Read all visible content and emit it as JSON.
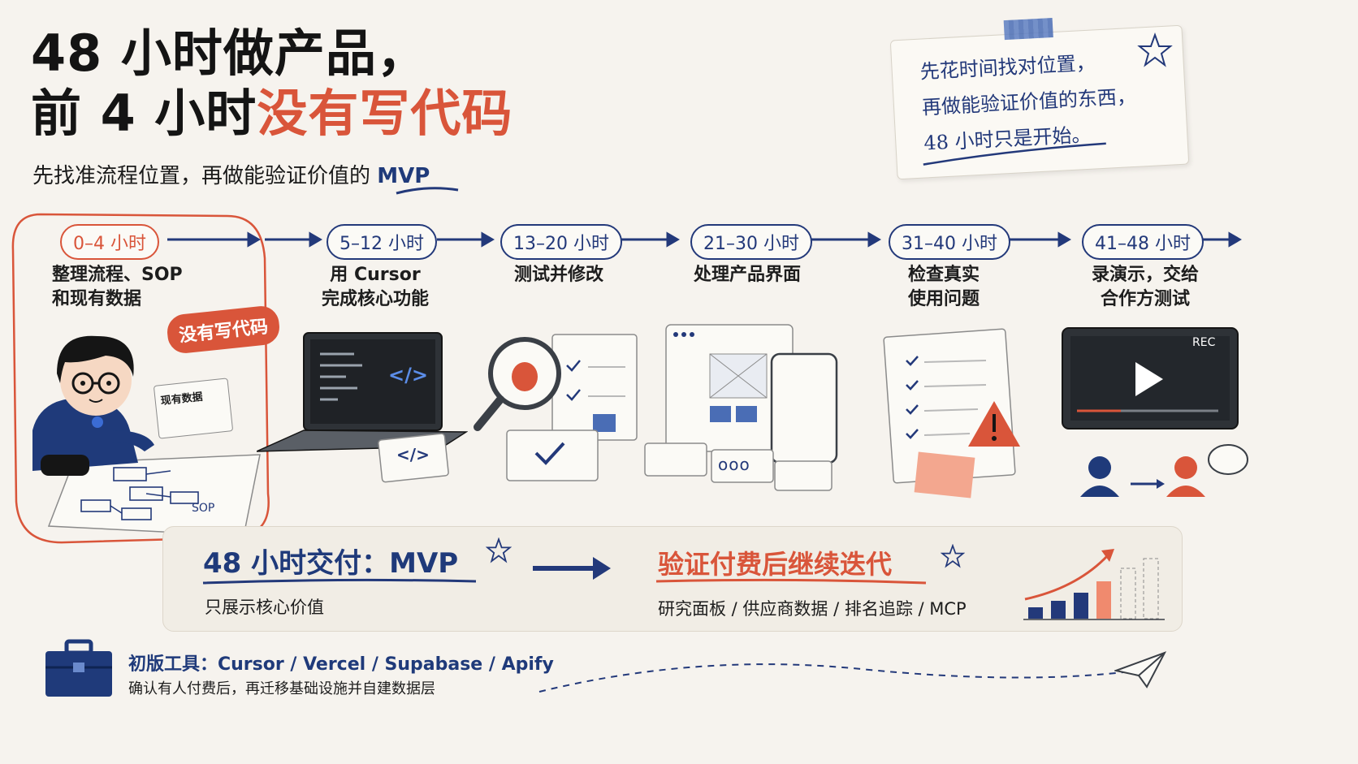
{
  "title": {
    "line1": "48 小时做产品，",
    "line2_prefix": "前 4 小时",
    "line2_highlight": "没有写代码"
  },
  "subtitle": {
    "prefix": "先找准流程位置，再做能验证价值的 ",
    "highlight": "MVP"
  },
  "note": {
    "lines": [
      "先花时间找对位置，",
      "再做能验证价值的东西，",
      "48 小时只是开始。"
    ]
  },
  "phases": [
    {
      "time": "0–4 小时",
      "desc1": "整理流程、SOP",
      "desc2": "和现有数据"
    },
    {
      "time": "5–12 小时",
      "desc1": "用 Cursor",
      "desc2": "完成核心功能"
    },
    {
      "time": "13–20 小时",
      "desc1": "测试并修改",
      "desc2": ""
    },
    {
      "time": "21–30 小时",
      "desc1": "处理产品界面",
      "desc2": ""
    },
    {
      "time": "31–40 小时",
      "desc1": "检查真实",
      "desc2": "使用问题"
    },
    {
      "time": "41–48 小时",
      "desc1": "录演示，交给",
      "desc2": "合作方测试"
    }
  ],
  "bubble": "没有写代码",
  "doc_label": "现有数据",
  "sop_label": "SOP",
  "rec_label": "REC",
  "code_glyph": "</>",
  "dots_glyph": "ooo",
  "mvp": {
    "title": "48 小时交付：MVP",
    "sub": "只展示核心价值"
  },
  "iterate": {
    "title": "验证付费后继续迭代",
    "sub": "研究面板 / 供应商数据 / 排名追踪 / MCP"
  },
  "tools": {
    "title": "初版工具：Cursor / Vercel / Supabase / Apify",
    "sub": "确认有人付费后，再迁移基础设施并自建数据层"
  },
  "colors": {
    "navy": "#23397a",
    "red": "#d9553a",
    "bg": "#f6f3ee"
  }
}
